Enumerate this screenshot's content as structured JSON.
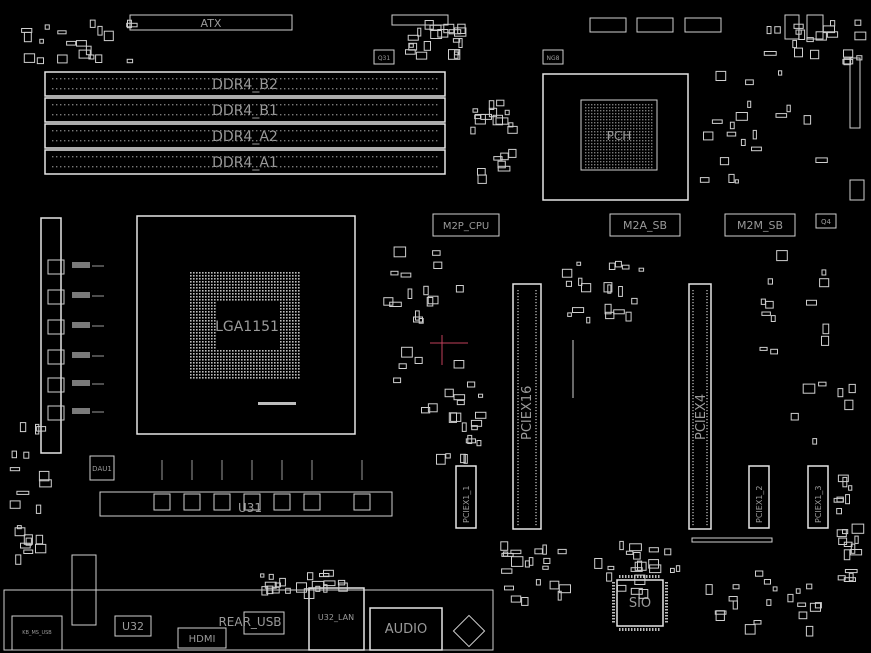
{
  "labels": {
    "atx": "ATX",
    "ddr_b2": "DDR4_B2",
    "ddr_b1": "DDR4_B1",
    "ddr_a2": "DDR4_A2",
    "ddr_a1": "DDR4_A1",
    "m2p_cpu": "M2P_CPU",
    "m2a_sb": "M2A_SB",
    "m2m_sb": "M2M_SB",
    "pciex16": "PCIEX16",
    "pciex4": "PCIEX4",
    "pciex1_1": "PCIEX1_1",
    "pciex1_2": "PCIEX1_2",
    "pciex1_3": "PCIEX1_3",
    "sio": "SIO",
    "audio": "AUDIO",
    "hdmi": "HDMI",
    "u32_lan": "U32_LAN",
    "u32": "U32",
    "rear_usb": "REAR_USB",
    "socket": "LGA1151",
    "q4": "Q4",
    "ng8": "NG8",
    "q31": "Q31",
    "dau1": "DAU1",
    "u31": "U31",
    "pch": "PCH",
    "kb_ms_usb": "KB_MS_USB"
  },
  "colors": {
    "background": "#000000",
    "outline": "#cfcfcf",
    "text": "#9a9a9a",
    "accent_marker": "#c0405a"
  }
}
